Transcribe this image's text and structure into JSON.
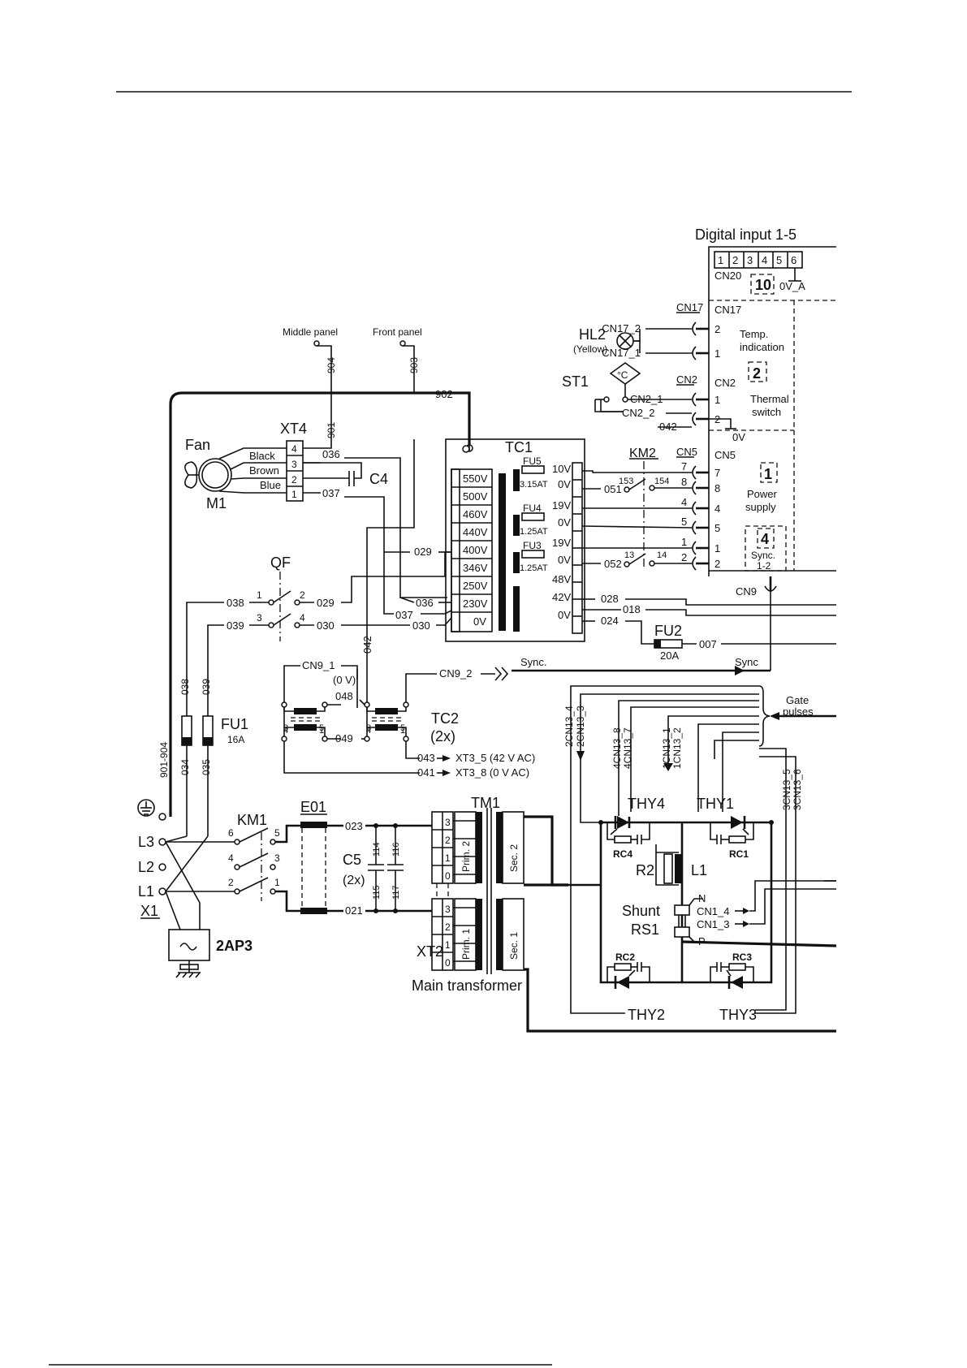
{
  "labels": {
    "digital_input": "Digital input 1-5",
    "cn20": "CN20",
    "cn20_pins": [
      "1",
      "2",
      "3",
      "4",
      "5",
      "6"
    ],
    "block10": "10",
    "zero_va": "0V_A",
    "cn17_top": "CN17",
    "cn17_in": "CN17",
    "cn17_2": "CN17_2",
    "cn17_1": "CN17_1",
    "temp1": "Temp.",
    "temp2": "indication",
    "block2": "2",
    "hl2": "HL2",
    "yellow": "(Yellow)",
    "st1": "ST1",
    "st1_glyph": "°C",
    "cn2_top": "CN2",
    "cn2_in": "CN2",
    "cn2_1": "CN2_1",
    "cn2_2": "CN2_2",
    "therm1": "Thermal",
    "therm2": "switch",
    "zero_v": "0V",
    "middle_panel": "Middle panel",
    "front_panel": "Front panel",
    "w904": "904",
    "w903": "903",
    "w902": "902",
    "w901": "901",
    "w042a": "042",
    "xt4": "XT4",
    "fan": "Fan",
    "m1": "M1",
    "black": "Black",
    "brown": "Brown",
    "blue": "Blue",
    "c4": "C4",
    "w036a": "036",
    "w037a": "037",
    "tc1": "TC1",
    "tc1_prim": [
      "550V",
      "500V",
      "460V",
      "440V",
      "400V",
      "346V",
      "250V",
      "230V",
      "0V"
    ],
    "fu5": "FU5",
    "fu5_r": "3.15AT",
    "fu4": "FU4",
    "fu4_r": "1.25AT",
    "fu3": "FU3",
    "fu3_r": "1.25AT",
    "v10": "10V",
    "v0a": "0V",
    "v19a": "19V",
    "v0b": "0V",
    "v19b": "19V",
    "v0c": "0V",
    "v48": "48V",
    "v42": "42V",
    "v0d": "0V",
    "km2": "KM2",
    "n153": "153",
    "n154": "154",
    "n13": "13",
    "n14": "14",
    "w051": "051",
    "w052": "052",
    "cn5_top": "CN5",
    "cn5_in": "CN5",
    "cn5_pins_l": [
      "7",
      "8",
      "4",
      "5",
      "1",
      "2"
    ],
    "cn5_pins_r": [
      "7",
      "8",
      "4",
      "5",
      "1",
      "2"
    ],
    "block1": "1",
    "ps1": "Power",
    "ps2": "supply",
    "block4": "4",
    "sync1": "Sync.",
    "sync2": "1-2",
    "cn9": "CN9",
    "qf": "QF",
    "w029a": "029",
    "w029b": "029",
    "w038a": "038",
    "w039a": "039",
    "w036b": "036",
    "w037b": "037",
    "w030a": "030",
    "w030b": "030",
    "q1": "1",
    "q2": "2",
    "q3": "3",
    "q4": "4",
    "w028": "028",
    "w018": "018",
    "w024": "024",
    "fu2": "FU2",
    "fu2_r": "20A",
    "w007": "007",
    "sync_a": "Sync.",
    "sync_b": "Sync",
    "cn9_1": "CN9_1",
    "cn9_2": "CN9_2",
    "zero_v_paren": "(0 V)",
    "w048": "048",
    "w049": "049",
    "w042b": "042",
    "tc2": "TC2",
    "tc2x": "(2x)",
    "t8a": "8",
    "t5a": "5",
    "t4a": "4",
    "t1a": "1",
    "t8b": "8",
    "t5b": "5",
    "t4b": "4",
    "t1b": "1",
    "w043": "043",
    "xt3_5": "XT3_5 (42 V AC)",
    "w041": "041",
    "xt3_8": "XT3_8 (0 V AC)",
    "gate1": "Gate",
    "gate2": "pulses",
    "c2cn13_4": "2CN13_4",
    "c2cn13_3": "2CN13_3",
    "c4cn13_8": "4CN13_8",
    "c4cn13_7": "4CN13_7",
    "c1cn13_1": "1CN13_1",
    "c1cn13_2": "1CN13_2",
    "c3cn13_5": "3CN13_5",
    "c3cn13_6": "3CN13_6",
    "w038b": "038",
    "w039b": "039",
    "fu1": "FU1",
    "fu1_r": "16A",
    "w034": "034",
    "w035": "035",
    "w901_904": "901-904",
    "l3": "L3",
    "l2": "L2",
    "l1": "L1",
    "x1": "X1",
    "km1": "KM1",
    "k6": "6",
    "k5": "5",
    "k4": "4",
    "k3": "3",
    "k2": "2",
    "k1": "1",
    "e01": "E01",
    "w023": "023",
    "w021": "021",
    "c5": "C5",
    "c5x": "(2x)",
    "w114": "114",
    "w116": "116",
    "w115": "115",
    "w117": "117",
    "tm1": "TM1",
    "prim2": "Prim. 2",
    "prim1": "Prim. 1",
    "sec2": "Sec. 2",
    "sec1": "Sec. 1",
    "xt2": "XT2",
    "main_tr": "Main transformer",
    "xt2_top": [
      "0",
      "1",
      "2",
      "3"
    ],
    "xt2_bot": [
      "0",
      "1",
      "2",
      "3"
    ],
    "ap3": "2AP3",
    "thy4": "THY4",
    "thy1": "THY1",
    "thy2": "THY2",
    "thy3": "THY3",
    "rc4": "RC4",
    "rc1": "RC1",
    "rc2": "RC2",
    "rc3": "RC3",
    "r2": "R2",
    "l1c": "L1",
    "shunt": "Shunt",
    "rs1": "RS1",
    "n_lbl": "N",
    "p_lbl": "P",
    "cn1_4": "CN1_4",
    "cn1_3": "CN1_3"
  }
}
